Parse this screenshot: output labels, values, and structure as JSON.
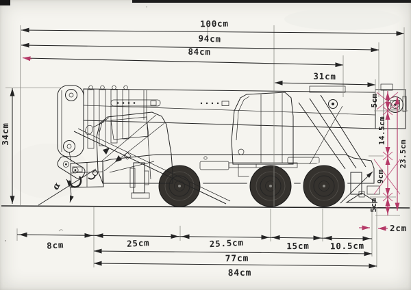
{
  "colors": {
    "paper": "#f5f4ef",
    "ink": "#242424",
    "accent": "#b53a68",
    "chassis": "#a6a6a3",
    "tire": "#35322e",
    "hub": "#d4d3cf"
  },
  "dims": {
    "top": [
      "100cm",
      "94cm",
      "84cm",
      "31cm"
    ],
    "left": [
      "34cm"
    ],
    "right": [
      "5cm",
      "14.5cm",
      "23.5cm",
      "9cm",
      "5cm",
      "2cm"
    ],
    "bottom_chain": [
      "8cm",
      "25cm",
      "25.5cm",
      "15cm",
      "10.5cm"
    ],
    "bottom_totals": [
      "77cm",
      "84cm"
    ],
    "angle": "α"
  }
}
